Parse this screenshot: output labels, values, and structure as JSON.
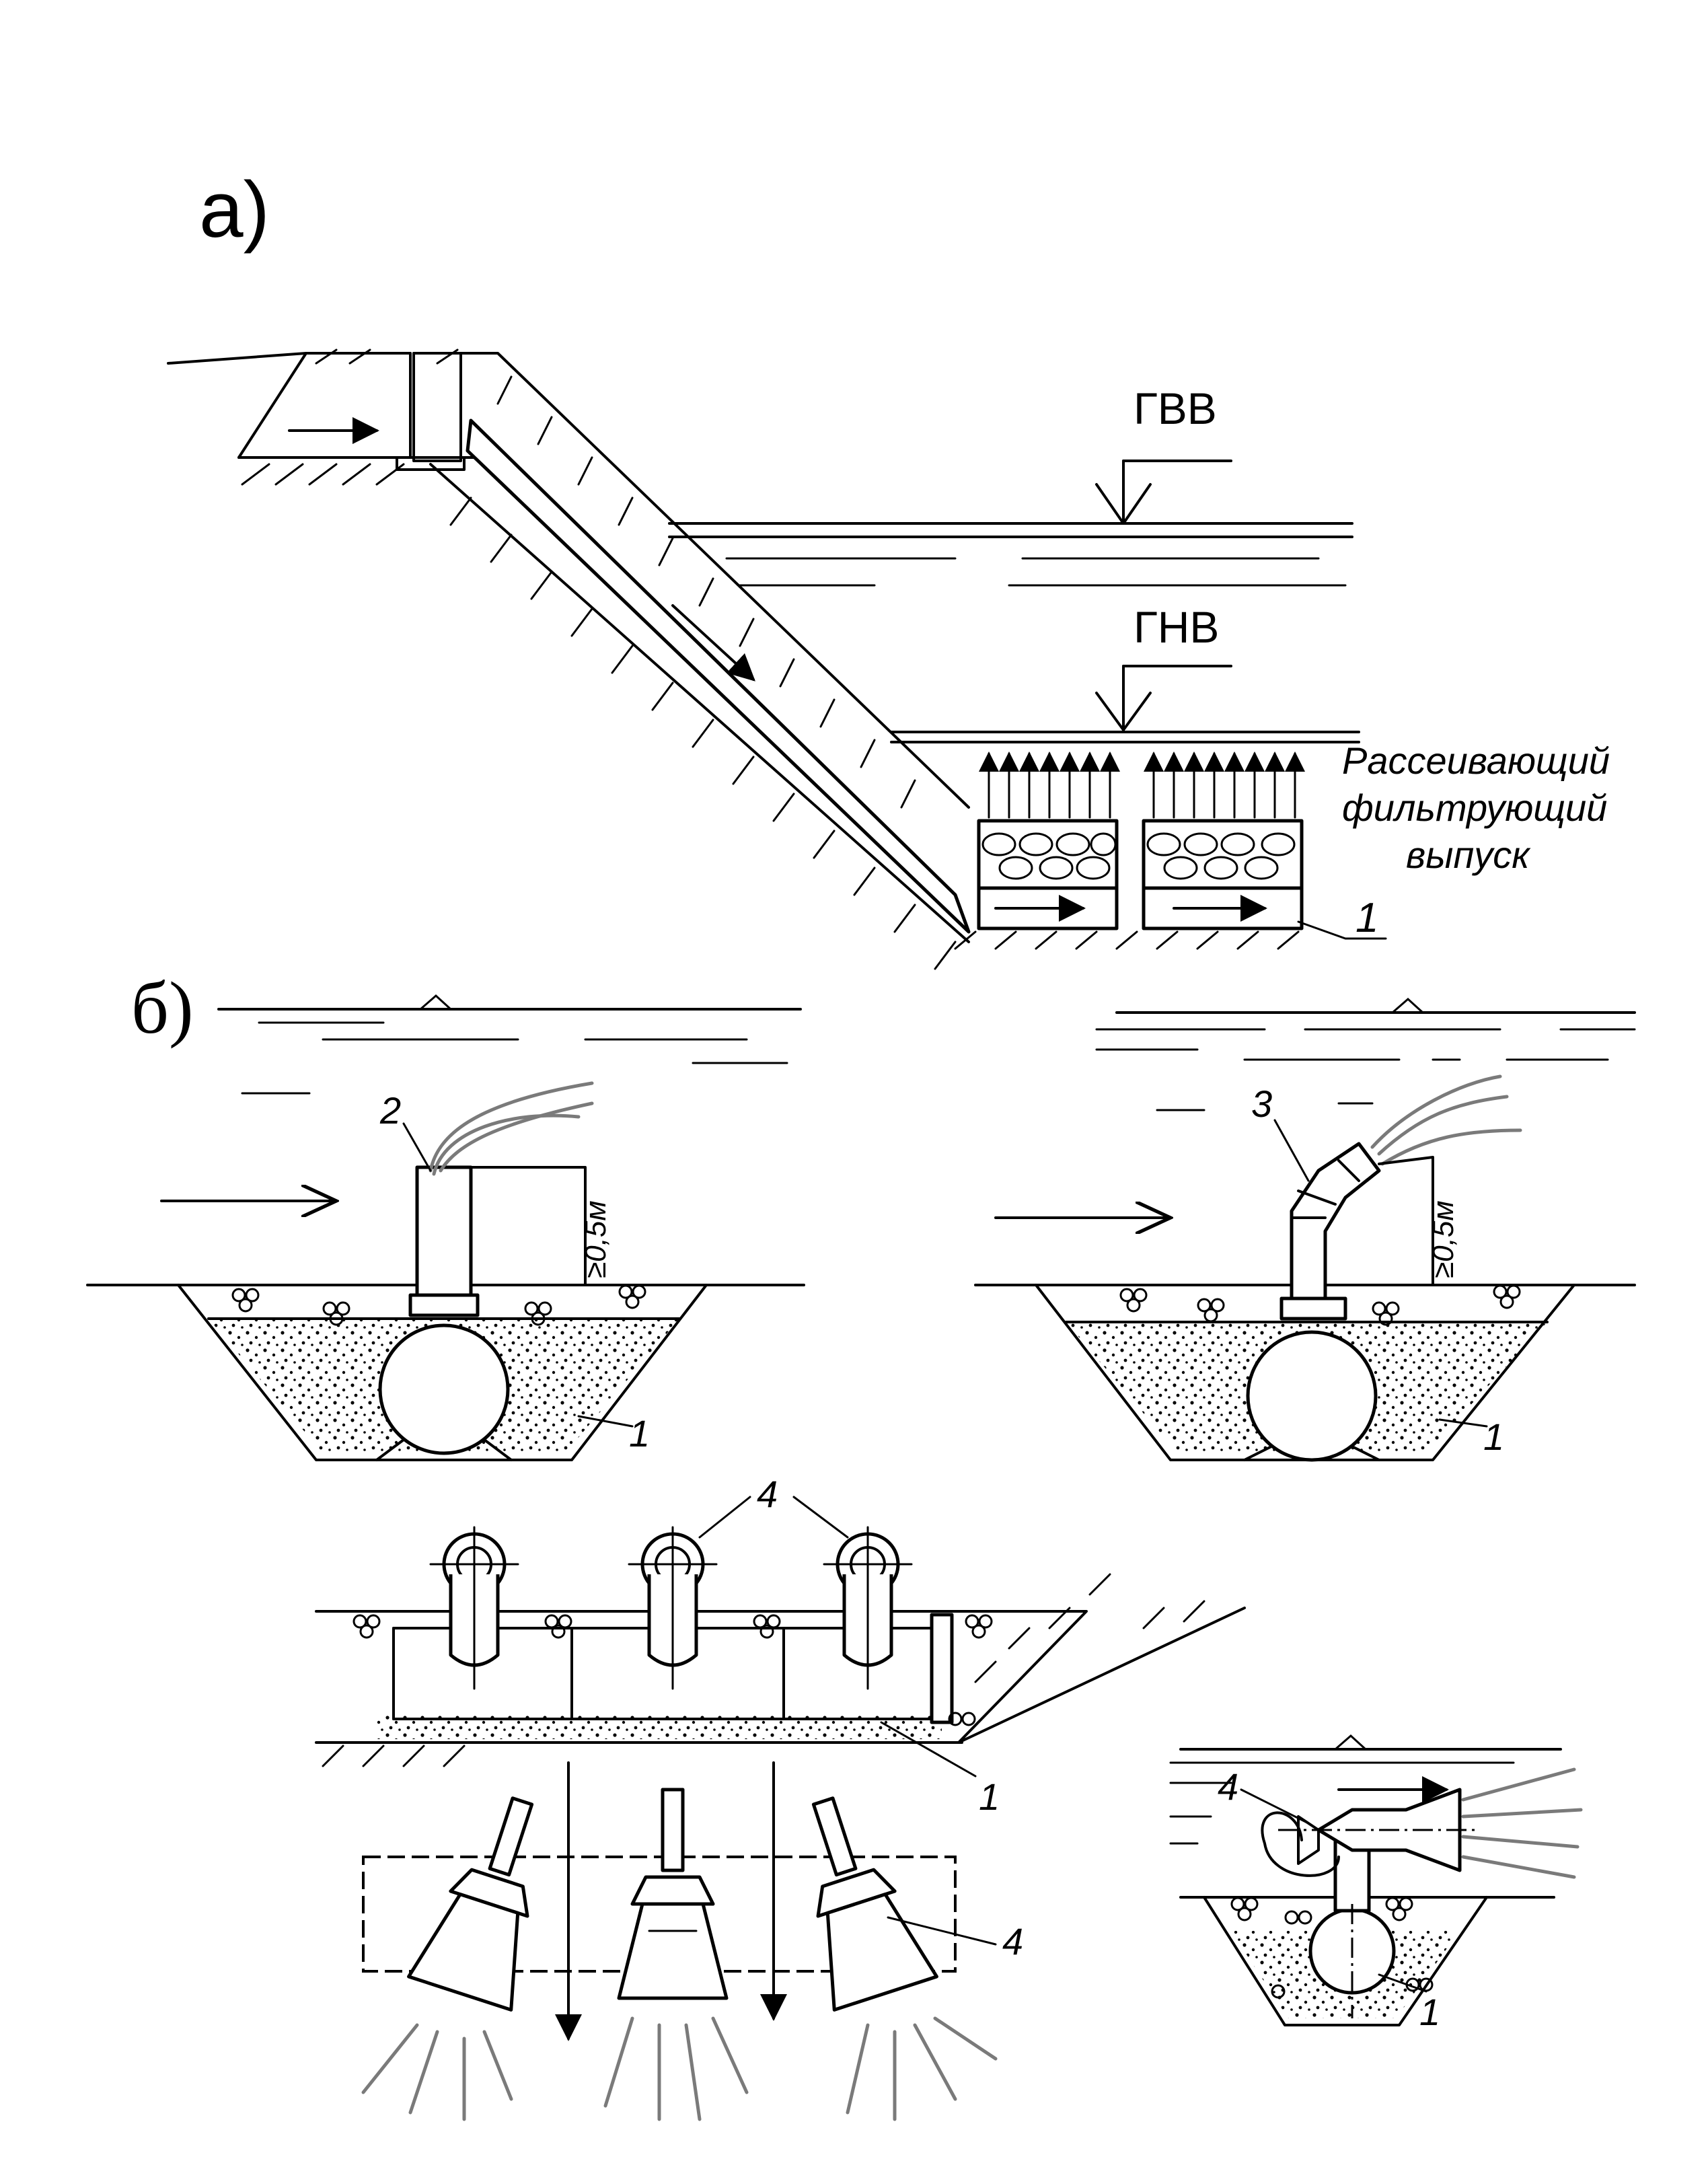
{
  "panel_a": {
    "label": "а)",
    "high_water_label": "ГВВ",
    "low_water_label": "ГНВ",
    "outlet_label_line1": "Рассеивающий",
    "outlet_label_line2": "фильтрующий",
    "outlet_label_line3": "выпуск",
    "ref_1": "1"
  },
  "panel_b": {
    "label": "б)",
    "left_section": {
      "ref_pipe": "1",
      "ref_nozzle": "2",
      "dimension": "≥0,5м"
    },
    "right_section": {
      "ref_pipe": "1",
      "ref_nozzle": "3",
      "dimension": "≥0,5м"
    },
    "long_section": {
      "ref_nozzles": "4",
      "ref_pipe": "1"
    },
    "plan_view": {
      "ref_nozzle": "4"
    },
    "detail_section": {
      "ref_nozzle": "4",
      "ref_pipe": "1"
    }
  }
}
